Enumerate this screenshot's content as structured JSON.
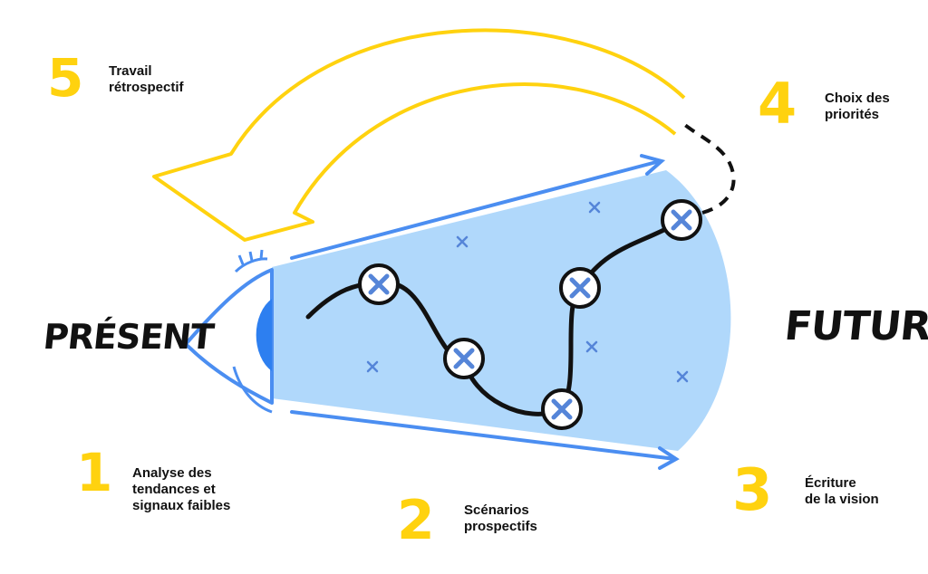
{
  "colors": {
    "yellow": "#ffd20f",
    "blue": "#4b8ef1",
    "light_blue": "#b0d8fb",
    "node_x": "#5585d8",
    "ink": "#111111"
  },
  "present_label": "PRÉSENT",
  "future_label": "FUTUR",
  "steps": [
    {
      "number": "1",
      "label_lines": [
        "Analyse des",
        "tendances et",
        "signaux faibles"
      ]
    },
    {
      "number": "2",
      "label_lines": [
        "Scénarios",
        "prospectifs"
      ]
    },
    {
      "number": "3",
      "label_lines": [
        "Écriture",
        "de la vision"
      ]
    },
    {
      "number": "4",
      "label_lines": [
        "Choix des",
        "priorités"
      ]
    },
    {
      "number": "5",
      "label_lines": [
        "Travail",
        "rétrospectif"
      ]
    }
  ]
}
